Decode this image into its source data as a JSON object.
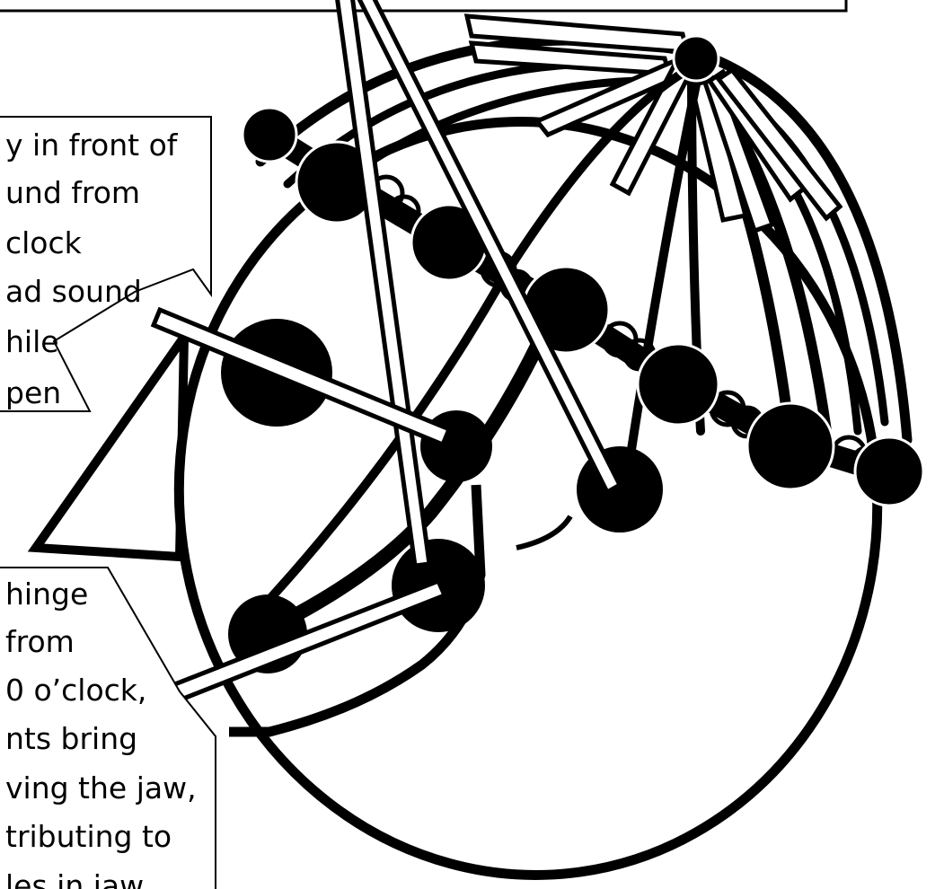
{
  "callouts": [
    {
      "lines": [
        "y in front of",
        "und from",
        "clock",
        "ad sound",
        "hile",
        "pen"
      ]
    },
    {
      "lines": [
        "hinge",
        "from",
        "0 o’clock,",
        "nts bring",
        "ving the jaw,",
        "tributing to",
        "les in jaw"
      ]
    }
  ],
  "colors": {
    "ink": "#000000",
    "paper": "#ffffff"
  }
}
